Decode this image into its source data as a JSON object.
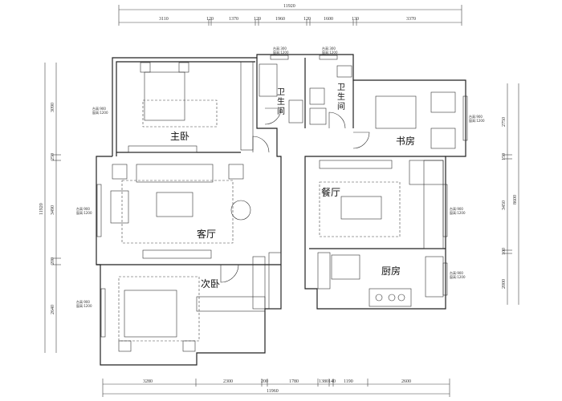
{
  "dimensions": {
    "top_total": "11920",
    "top": [
      "3110",
      "120",
      "1370",
      "120",
      "1960",
      "120",
      "1600",
      "130",
      "3370"
    ],
    "bottom": [
      "3280",
      "2300",
      "200",
      "1780",
      "1380",
      "140",
      "1190",
      "2600"
    ],
    "bottom_total": "11960",
    "left": [
      "3090",
      "250",
      "3490",
      "200",
      "2640"
    ],
    "left_total": "11920",
    "right": [
      "2750",
      "150",
      "3450",
      "100",
      "2000"
    ],
    "right_total": "8600"
  },
  "rooms": {
    "master_bedroom": "主卧",
    "bath1": [
      "卫",
      "生",
      "间"
    ],
    "bath2": [
      "卫",
      "生",
      "间"
    ],
    "study": "书房",
    "dining": "餐厅",
    "living": "客厅",
    "kitchen": "厨房",
    "second_bedroom": "次卧"
  },
  "window_notes": {
    "sill": "台高:900",
    "height": "窗高:1200",
    "sill_bath": "台高:300",
    "height_bath": "窗高:1200"
  }
}
